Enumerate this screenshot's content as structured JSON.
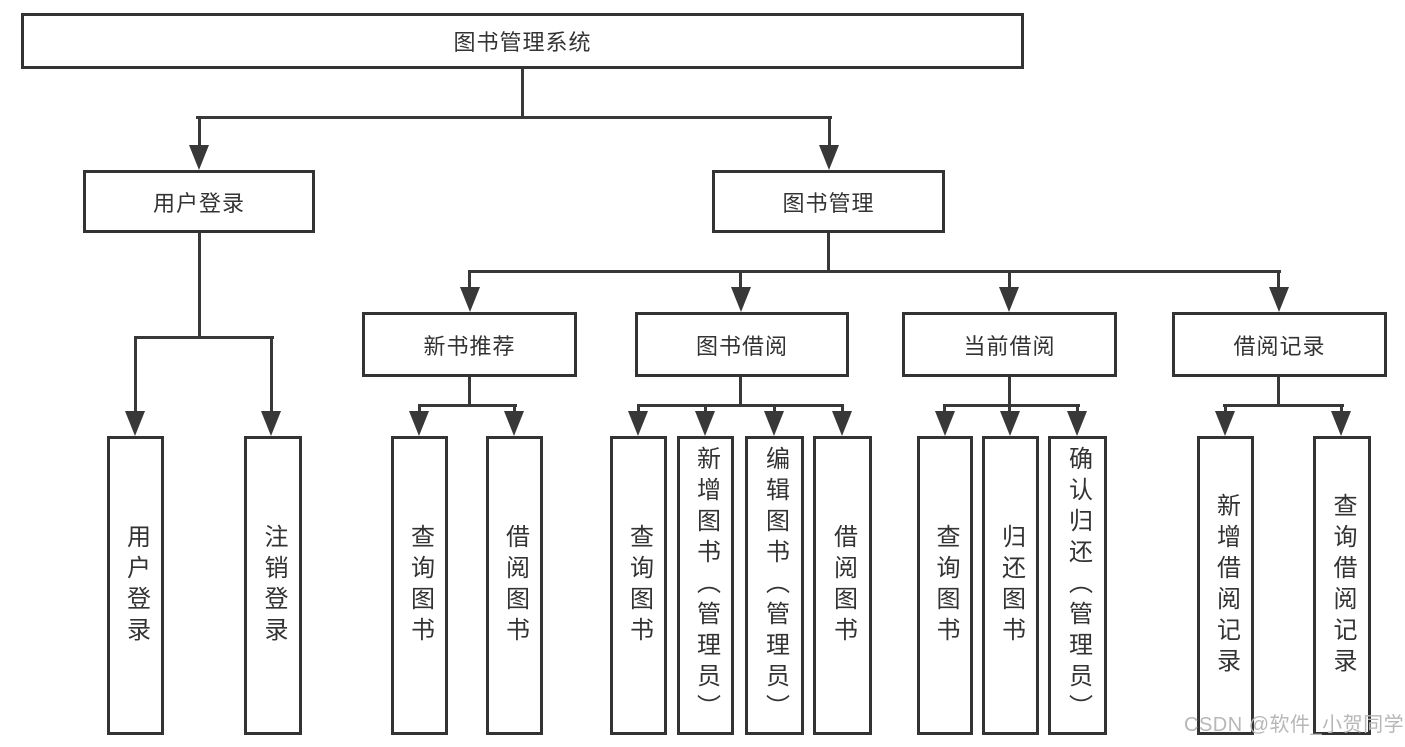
{
  "page": {
    "background": "#ffffff"
  },
  "colors": {
    "line": "#383838",
    "box_border": "#333333",
    "text": "#333333",
    "watermark": "#b7b7b7"
  },
  "diagram": {
    "type": "tree",
    "root": "图书管理系统",
    "l2": [
      "用户登录",
      "图书管理"
    ],
    "l3": [
      "新书推荐",
      "图书借阅",
      "当前借阅",
      "借阅记录"
    ],
    "l4": [
      "用户登录",
      "注销登录",
      "查询图书",
      "借阅图书",
      "查询图书",
      "新增图书（管理员）",
      "编辑图书（管理员）",
      "借阅图书",
      "查询图书",
      "归还图书",
      "确认归还（管理员）",
      "新增借阅记录",
      "查询借阅记录"
    ],
    "hierarchy": {
      "图书管理系统": [
        "用户登录",
        "图书管理"
      ],
      "用户登录": [
        "用户登录",
        "注销登录"
      ],
      "图书管理": [
        "新书推荐",
        "图书借阅",
        "当前借阅",
        "借阅记录"
      ],
      "新书推荐": [
        "查询图书",
        "借阅图书"
      ],
      "图书借阅": [
        "查询图书",
        "新增图书（管理员）",
        "编辑图书（管理员）",
        "借阅图书"
      ],
      "当前借阅": [
        "查询图书",
        "归还图书",
        "确认归还（管理员）"
      ],
      "借阅记录": [
        "新增借阅记录",
        "查询借阅记录"
      ]
    }
  },
  "watermark": {
    "text": "CSDN @软件_小贺同学"
  }
}
